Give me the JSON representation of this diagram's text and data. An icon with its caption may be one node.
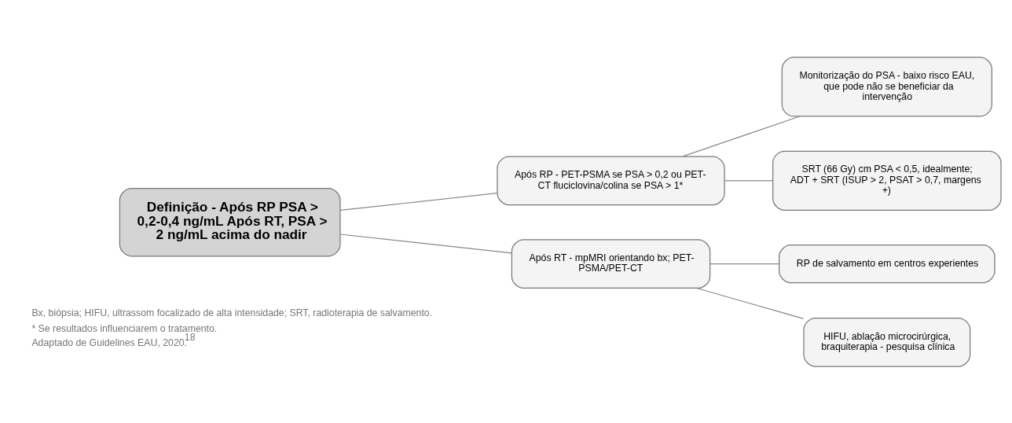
{
  "diagram": {
    "nodes": [
      {
        "text": [
          "Definição - Após RP PSA > 0,2-0,4 ng/mL Após RT, PSA > 2 ng/mL acima do nadir"
        ]
      },
      {
        "text": [
          "Após RP - PET-PSMA se PSA > 0,2 ou PET-CT fluciclovina/colina se PSA > 1*"
        ]
      },
      {
        "text": [
          "Após RT - mpMRI orientando bx; PET-PSMA/PET-CT"
        ]
      },
      {
        "text": [
          "Monitorização do PSA - baixo risco EAU, que pode não se beneficiar da intervenção"
        ]
      },
      {
        "text": [
          "SRT (66 Gy) cm PSA < 0,5, idealmente; ADT + SRT (ISUP > 2, PSAT > 0,7, margens +)"
        ]
      },
      {
        "text": [
          "RP de salvamento em centros experientes"
        ]
      },
      {
        "text": [
          "HIFU, ablação microcirúrgica, braquiterapia - pesquisa clínica"
        ]
      }
    ],
    "edges": [
      {
        "from": 0,
        "to": 1,
        "arrow": "none"
      },
      {
        "from": 0,
        "to": 2,
        "arrow": "none"
      },
      {
        "from": 1,
        "to": 3,
        "arrow": "none"
      },
      {
        "from": 1,
        "to": 4,
        "arrow": "none"
      },
      {
        "from": 2,
        "to": 5,
        "arrow": "none"
      },
      {
        "from": 2,
        "to": 6,
        "arrow": "none"
      }
    ],
    "labels": [
      "Bx, biópsia; HIFU, ultrassom focalizado de alta intensidade; SRT, radioterapia de salvamento.",
      "* Se resultados influenciarem o tratamento.",
      "Adaptado de Guidelines EAU, 2020.$^{18}$"
    ]
  }
}
